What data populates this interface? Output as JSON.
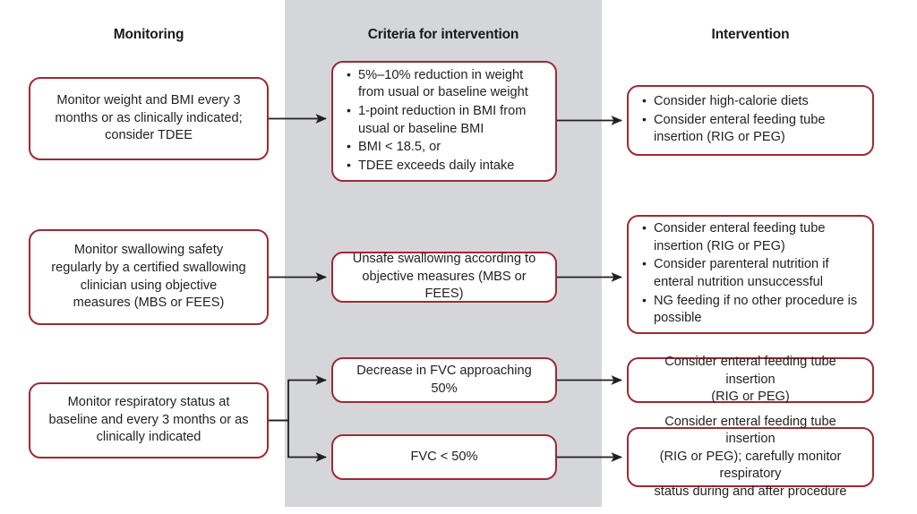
{
  "figure": {
    "title_band_color": "#d5d6d9",
    "box_border_color": "#9c2a35",
    "connector_color": "#231f20"
  },
  "headers": {
    "monitoring": "Monitoring",
    "criteria": "Criteria for intervention",
    "intervention": "Intervention"
  },
  "rows": [
    {
      "id": "weight",
      "monitoring": {
        "lines": [
          "Monitor weight and BMI every 3",
          "months or as clinically indicated;",
          "consider TDEE"
        ]
      },
      "criteria": {
        "bullets": [
          "5%–10% reduction in weight from usual or baseline weight",
          "1-point reduction in BMI from usual or baseline BMI",
          "BMI < 18.5, or",
          "TDEE exceeds daily intake"
        ]
      },
      "interventions": [
        {
          "bullets": [
            "Consider high-calorie diets",
            "Consider enteral feeding tube insertion (RIG or PEG)"
          ]
        }
      ]
    },
    {
      "id": "swallowing",
      "monitoring": {
        "lines": [
          "Monitor swallowing safety",
          "regularly by a certified swallowing",
          "clinician using objective",
          "measures (MBS or FEES)"
        ]
      },
      "criteria": {
        "lines": [
          "Unsafe swallowing according to",
          "objective measures (MBS or FEES)"
        ]
      },
      "interventions": [
        {
          "bullets": [
            "Consider enteral feeding tube insertion (RIG or PEG)",
            "Consider parenteral nutrition if enteral nutrition unsuccessful",
            "NG feeding if no other procedure is possible"
          ]
        }
      ]
    },
    {
      "id": "respiratory",
      "monitoring": {
        "lines": [
          "Monitor respiratory status at",
          "baseline and every 3 months or as",
          "clinically indicated"
        ]
      },
      "criteria_branches": [
        {
          "lines": [
            "Decrease in FVC approaching 50%"
          ]
        },
        {
          "lines": [
            "FVC < 50%"
          ]
        }
      ],
      "interventions": [
        {
          "lines": [
            "Consider enteral feeding tube insertion",
            "(RIG or PEG)"
          ]
        },
        {
          "lines": [
            "Consider enteral feeding tube insertion",
            "(RIG or PEG); carefully monitor respiratory",
            "status during and after procedure"
          ]
        }
      ]
    }
  ]
}
